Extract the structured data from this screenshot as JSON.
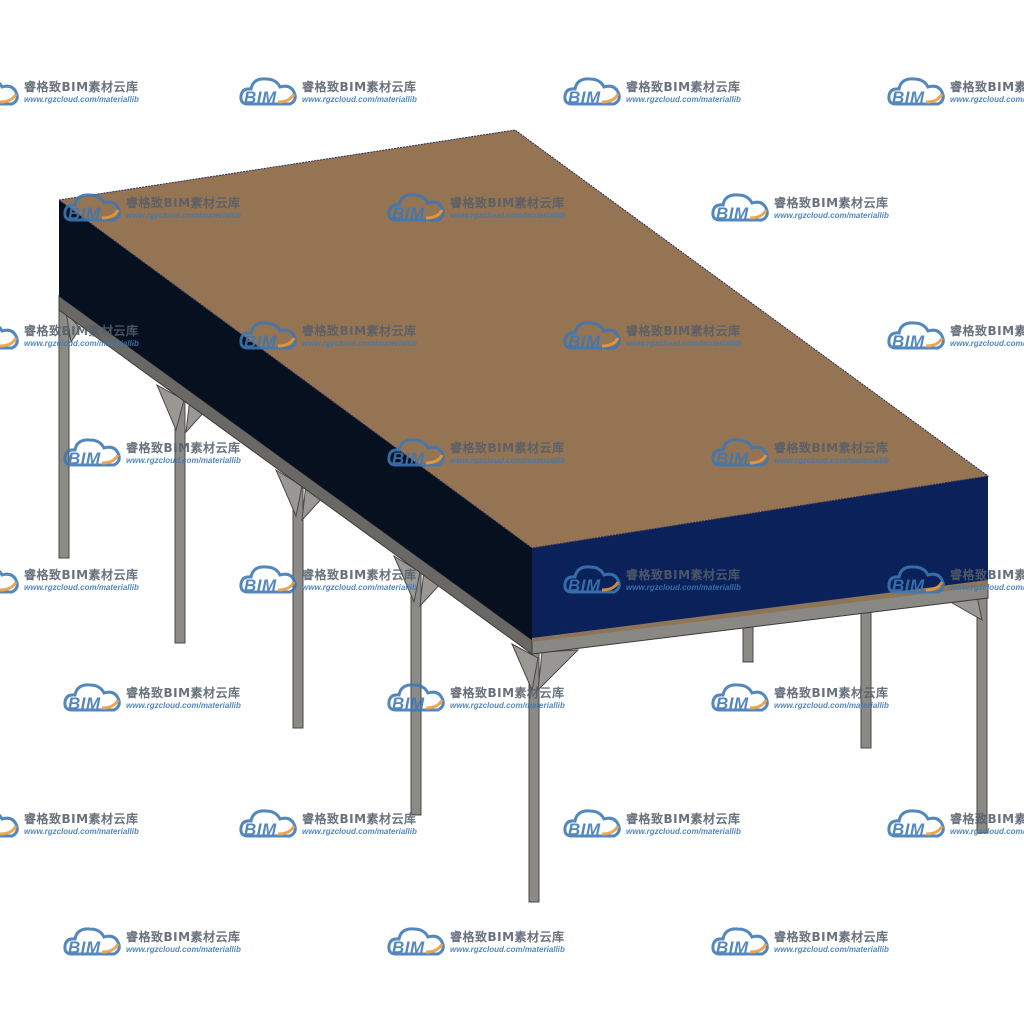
{
  "watermark": {
    "brand_cn": "睿格致BIM素材云库",
    "logo_text": "BIM",
    "url": "www.rgzcloud.com/materiallib",
    "icon": "cloud-logo-icon",
    "colors": {
      "logo_blue": "#3d78b5",
      "logo_orange": "#e89a3c",
      "text_gray": "#555e6b"
    }
  },
  "scene": {
    "subject": "steel-frame-canopy-platform",
    "colors": {
      "roof_top": "#957453",
      "fascia_front": "#06101f",
      "fascia_right": "#0a2159",
      "steel": "#8c8a86",
      "steel_dark": "#5e5c58"
    }
  }
}
